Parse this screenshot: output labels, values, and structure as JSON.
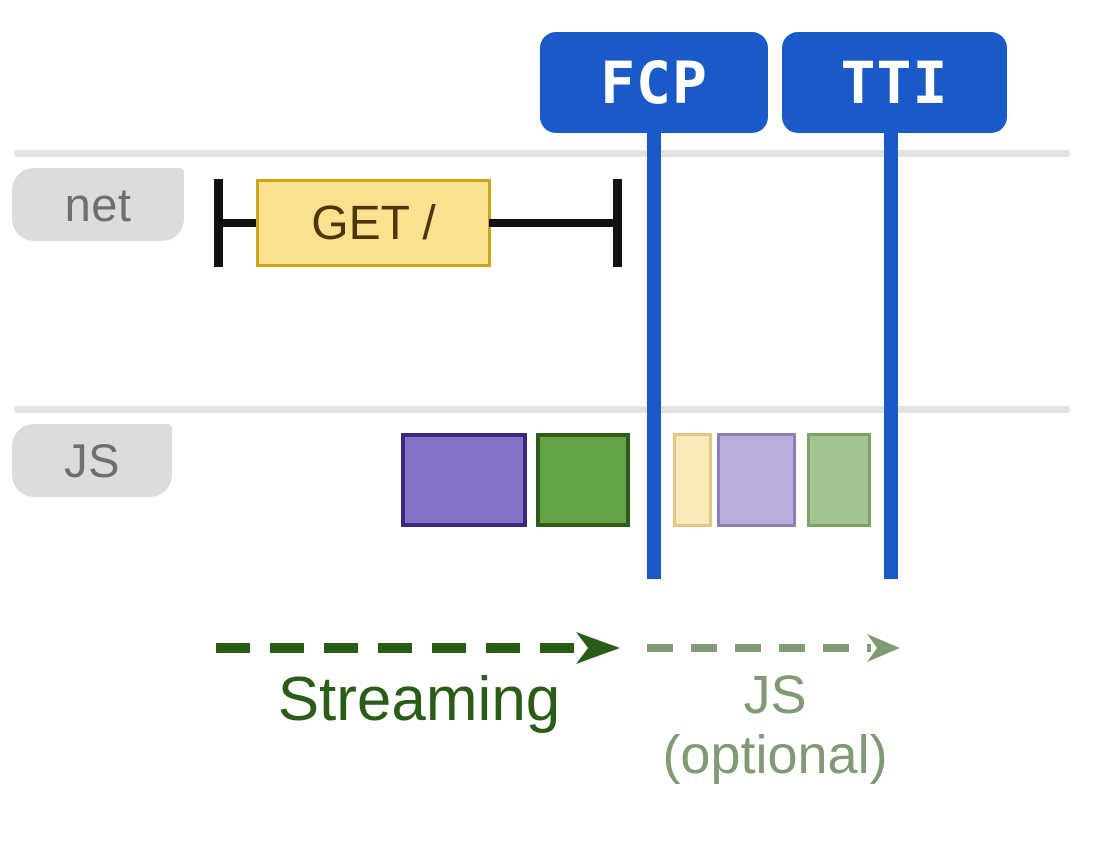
{
  "diagram": {
    "title": "Page load timeline with FCP and TTI markers",
    "background_color": "#ffffff"
  },
  "colors": {
    "marker_blue": "#1a5ac8",
    "lane_label_bg": "#dcdcdc",
    "lane_label_text": "#6f6f6f",
    "rule_gray": "#e3e3e3",
    "request_fill": "#fbe18f",
    "request_border": "#c9a417",
    "request_text": "#4a3703",
    "bracket_black": "#111111",
    "streaming_green": "#2a5c18",
    "optional_sage": "#7f9a74"
  },
  "lanes": [
    {
      "id": "net",
      "label": "net"
    },
    {
      "id": "js",
      "label": "JS"
    }
  ],
  "markers": [
    {
      "id": "fcp",
      "label": "FCP"
    },
    {
      "id": "tti",
      "label": "TTI"
    }
  ],
  "network_requests": [
    {
      "label": "GET /",
      "fill": "#fbe18f",
      "border": "#c9a417"
    }
  ],
  "js_tasks": [
    {
      "id": "task-1",
      "fill": "#8572c8",
      "border": "#3b2a7a",
      "phase": "before-fcp"
    },
    {
      "id": "task-2",
      "fill": "#63a545",
      "border": "#2f5c18",
      "phase": "before-fcp"
    },
    {
      "id": "task-3",
      "fill": "#fbeab8",
      "border": "#e0c784",
      "phase": "after-fcp"
    },
    {
      "id": "task-4",
      "fill": "#b9aede",
      "border": "#8b7fba",
      "phase": "after-fcp"
    },
    {
      "id": "task-5",
      "fill": "#a3c490",
      "border": "#7fa168",
      "phase": "after-fcp"
    }
  ],
  "phases": [
    {
      "id": "streaming",
      "caption": "Streaming",
      "color": "#2a5c18",
      "arrow": "dashed-arrow-right"
    },
    {
      "id": "js-optional",
      "caption": "JS\n(optional)",
      "color": "#7f9a74",
      "arrow": "dashed-arrow-right"
    }
  ]
}
